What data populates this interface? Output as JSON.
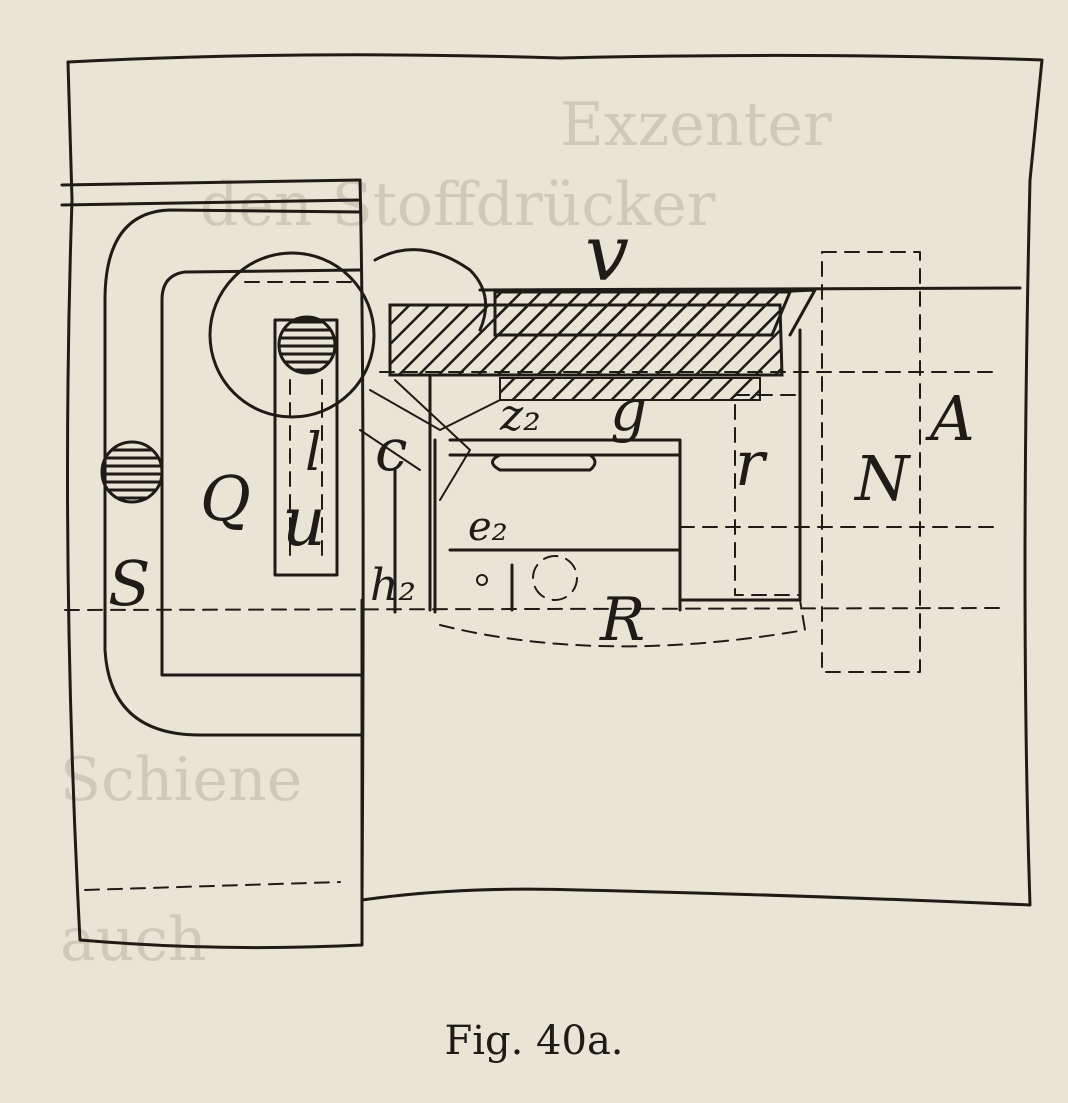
{
  "caption": "Fig. 40a.",
  "labels": {
    "v": "v",
    "c": "c",
    "z2": "z₂",
    "g": "g",
    "l": "l",
    "Q": "Q",
    "u": "u",
    "S": "S",
    "e2": "e₂",
    "h2": "h₂",
    "R": "R",
    "r": "r",
    "N": "N",
    "A": "A"
  },
  "colors": {
    "ink": "#1f1c18",
    "paper": "#e9e5d6"
  }
}
